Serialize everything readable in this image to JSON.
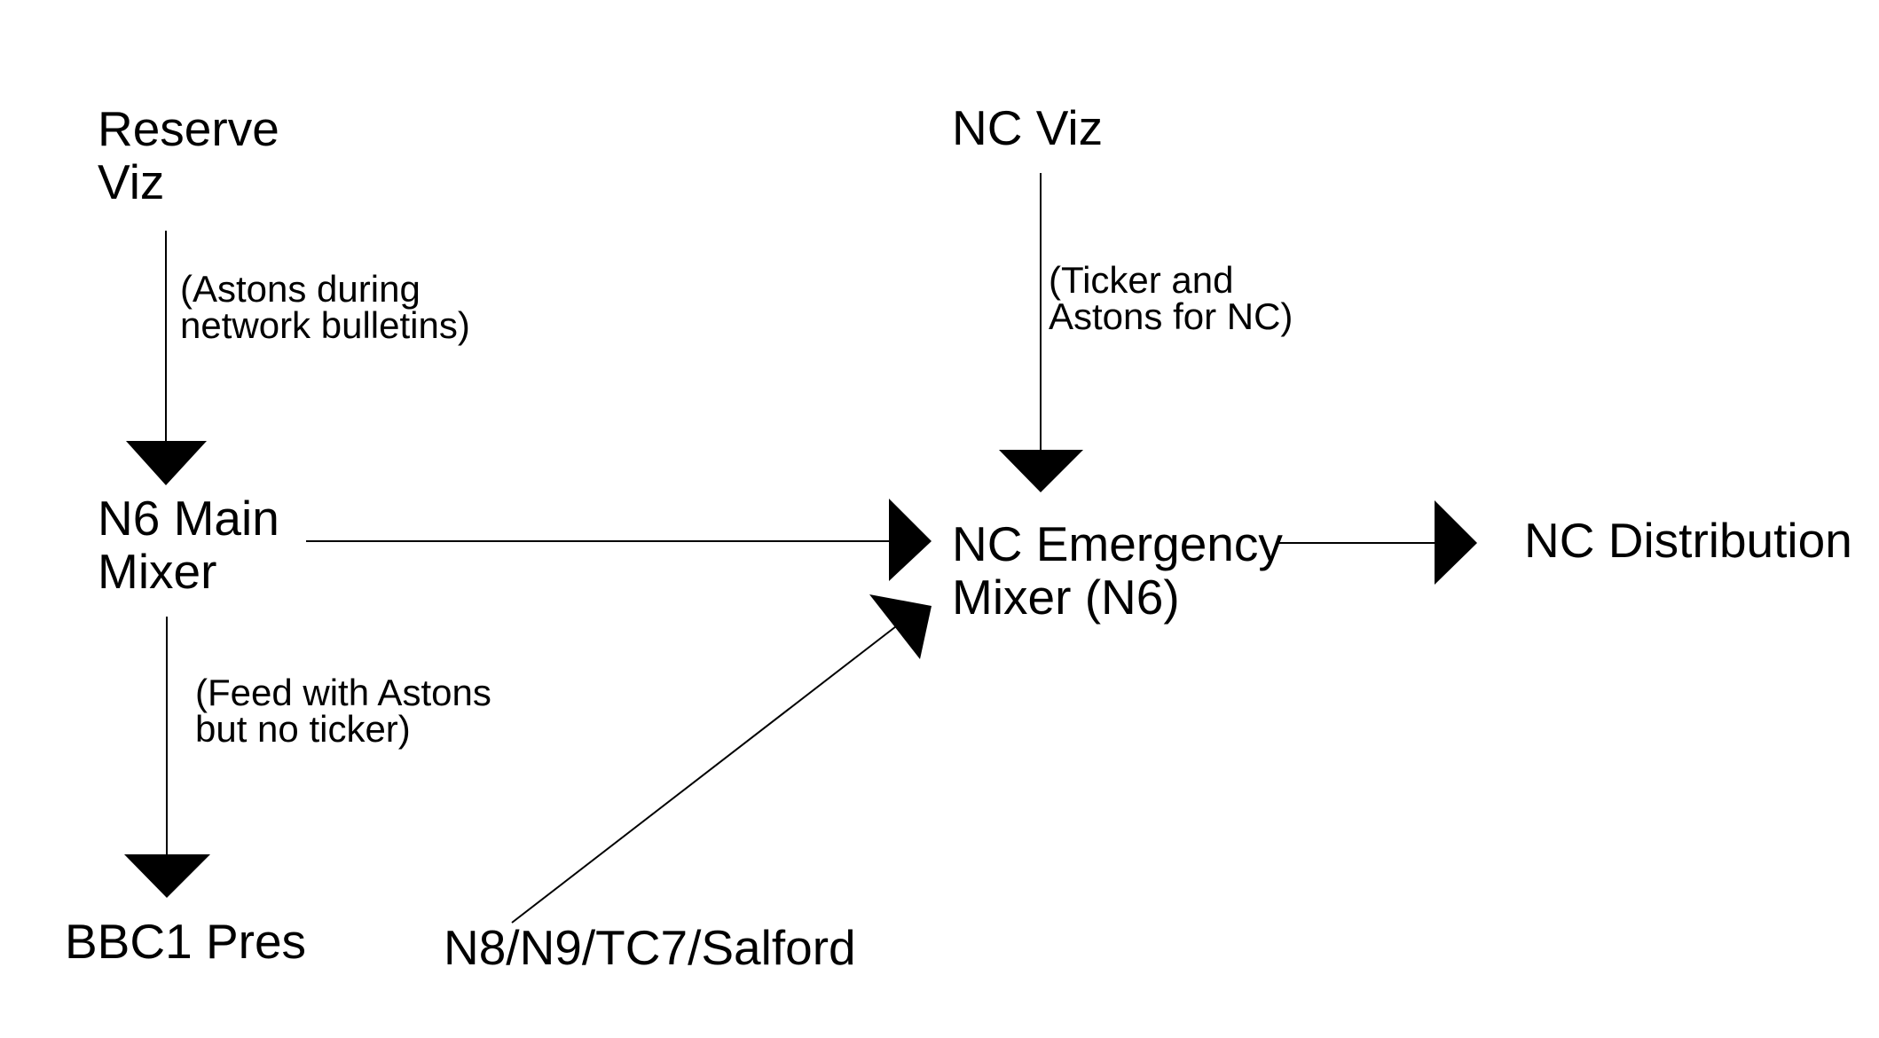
{
  "diagram": {
    "title": "",
    "colors": {
      "background": "#ffffff",
      "line": "#000000",
      "text": "#000000"
    },
    "nodes": {
      "reserve_viz": {
        "label": "Reserve\nViz"
      },
      "nc_viz": {
        "label": "NC Viz"
      },
      "n6_main_mixer": {
        "label": "N6 Main\nMixer"
      },
      "nc_emergency_mixer": {
        "label": "NC Emergency\nMixer (N6)"
      },
      "nc_distribution": {
        "label": "NC Distribution"
      },
      "bbc1_pres": {
        "label": "BBC1 Pres"
      },
      "n8_n9_tc7_salford": {
        "label": "N8/N9/TC7/Salford"
      }
    },
    "edge_annotations": {
      "astons": "(Astons during\nnetwork bulletins)",
      "ticker": "(Ticker and\nAstons for NC)",
      "feed": "(Feed with Astons\nbut no ticker)"
    },
    "edges": [
      {
        "from": "reserve_viz",
        "to": "n6_main_mixer",
        "annotation": "(Astons during network bulletins)"
      },
      {
        "from": "nc_viz",
        "to": "nc_emergency_mixer",
        "annotation": "(Ticker and Astons for NC)"
      },
      {
        "from": "n6_main_mixer",
        "to": "nc_emergency_mixer",
        "annotation": ""
      },
      {
        "from": "n6_main_mixer",
        "to": "bbc1_pres",
        "annotation": "(Feed with Astons but no ticker)"
      },
      {
        "from": "n8_n9_tc7_salford",
        "to": "nc_emergency_mixer",
        "annotation": ""
      },
      {
        "from": "nc_emergency_mixer",
        "to": "nc_distribution",
        "annotation": ""
      }
    ]
  }
}
